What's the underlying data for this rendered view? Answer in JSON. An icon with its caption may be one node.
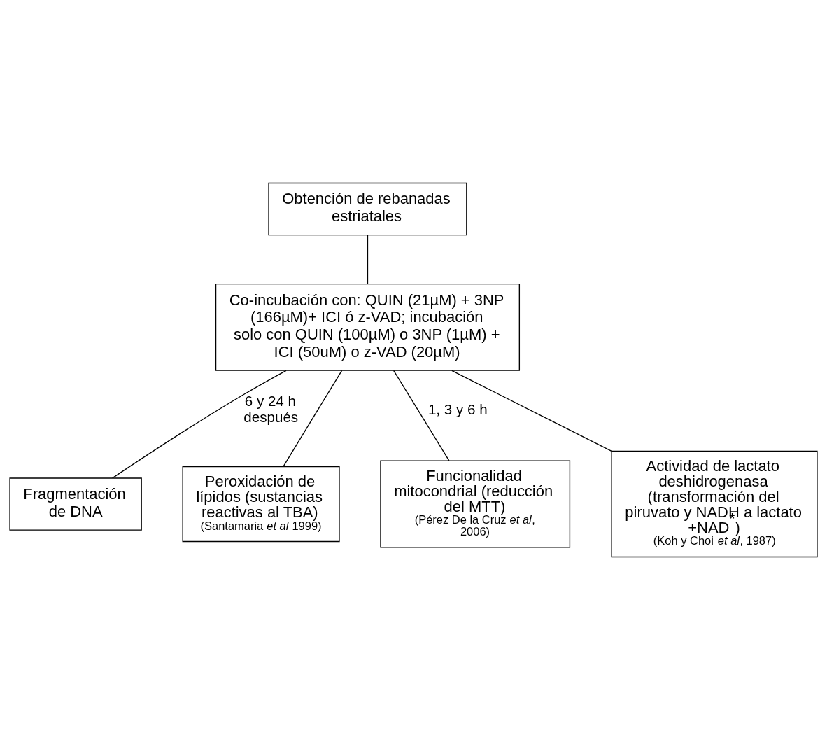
{
  "diagram": {
    "nodes": [
      {
        "text": [
          "Obtención de rebanadas estriatales"
        ]
      },
      {
        "text": [
          "Co-incubación con: QUIN (21µM) + 3NP (166µM)+ ICI ó z-VAD; incubación solo con QUIN (100µM) o 3NP (1µM) + ICI (50uM) o z-VAD (20µM)"
        ]
      },
      {
        "text": [
          "Fragmentación de DNA"
        ]
      },
      {
        "text": [
          "Peroxidación de lípidos (sustancias reactivas al TBA)",
          "(Santamaria *et al* 1999)"
        ]
      },
      {
        "text": [
          "Funcionalidad mitocondrial (reducción del MTT)",
          "(Pérez De la Cruz *et al*, 2006)"
        ]
      },
      {
        "text": [
          "Actividad de lactato deshidrogenasa (transformación del piruvato y NADH a lactato +NAD$^{*}$)",
          "(Koh y Choi *et al*, 1987)"
        ]
      }
    ],
    "edges": [
      {
        "from": 0,
        "to": 1,
        "arrow": "none"
      },
      {
        "from": 1,
        "to": 2,
        "arrow": "none",
        "label": "6 y 24 h después"
      },
      {
        "from": 1,
        "to": 3,
        "arrow": "none"
      },
      {
        "from": 1,
        "to": 4,
        "arrow": "none",
        "label": "1, 3 y 6 h"
      },
      {
        "from": 1,
        "to": 5,
        "arrow": "none"
      }
    ]
  }
}
